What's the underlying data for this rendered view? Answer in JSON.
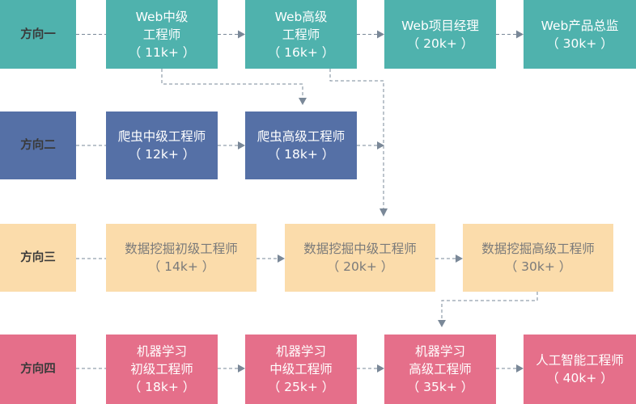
{
  "rows": [
    {
      "id": "row1",
      "color": "#4fb2ad",
      "label": "方向一",
      "nodes": [
        {
          "id": "web-mid",
          "text": "Web中级\n工程师\n（ 11k+ ）"
        },
        {
          "id": "web-senior",
          "text": "Web高级\n工程师\n（ 16k+ ）"
        },
        {
          "id": "web-pm",
          "text": "Web项目经理\n（ 20k+ ）"
        },
        {
          "id": "web-director",
          "text": "Web产品总监\n（ 30k+ ）"
        }
      ]
    },
    {
      "id": "row2",
      "color": "#5570a6",
      "label": "方向二",
      "nodes": [
        {
          "id": "crawler-mid",
          "text": "爬虫中级工程师\n（ 12k+ ）"
        },
        {
          "id": "crawler-senior",
          "text": "爬虫高级工程师\n（ 18k+ ）"
        }
      ]
    },
    {
      "id": "row3",
      "color": "#fbdcab",
      "label": "方向三",
      "nodes": [
        {
          "id": "dm-junior",
          "text": "数据挖掘初级工程师\n（ 14k+ ）"
        },
        {
          "id": "dm-mid",
          "text": "数据挖掘中级工程师\n（ 20k+ ）"
        },
        {
          "id": "dm-senior",
          "text": "数据挖掘高级工程师\n（ 30k+ ）"
        }
      ]
    },
    {
      "id": "row4",
      "color": "#e56f8a",
      "label": "方向四",
      "nodes": [
        {
          "id": "ml-junior",
          "text": "机器学习\n初级工程师\n（ 18k+ ）"
        },
        {
          "id": "ml-mid",
          "text": "机器学习\n中级工程师\n（ 25k+ ）"
        },
        {
          "id": "ml-senior",
          "text": "机器学习\n高级工程师\n（ 35k+ ）"
        },
        {
          "id": "ai-engineer",
          "text": "人工智能工程师\n（ 40k+ ）"
        }
      ]
    }
  ],
  "connector_color": "#7a8898"
}
